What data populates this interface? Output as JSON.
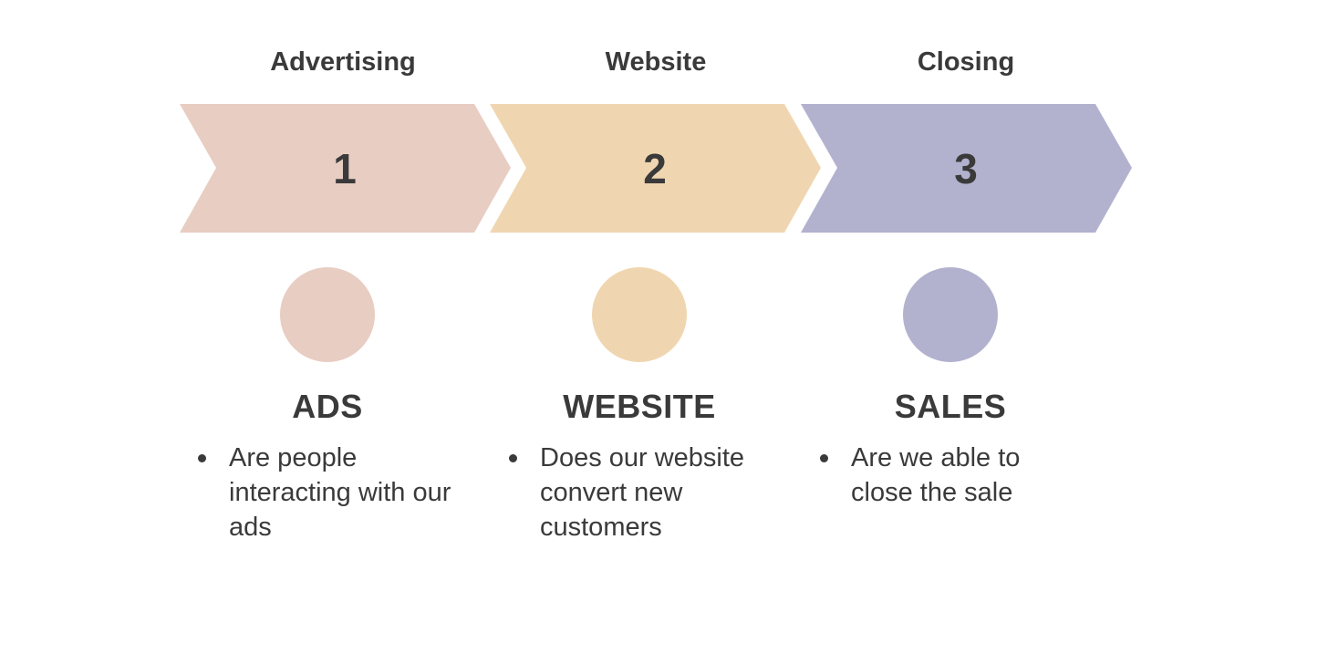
{
  "stages": [
    {
      "title": "Advertising",
      "number": "1",
      "heading": "ADS",
      "bullet": "Are people interacting with our ads",
      "color": "#e8cdc3"
    },
    {
      "title": "Website",
      "number": "2",
      "heading": "WEBSITE",
      "bullet": "Does our website convert new customers",
      "color": "#f0d6b0"
    },
    {
      "title": "Closing",
      "number": "3",
      "heading": "SALES",
      "bullet": "Are we able to close the sale",
      "color": "#b2b2cf"
    }
  ],
  "colors": {
    "text": "#3a3a3a",
    "background": "#ffffff"
  }
}
